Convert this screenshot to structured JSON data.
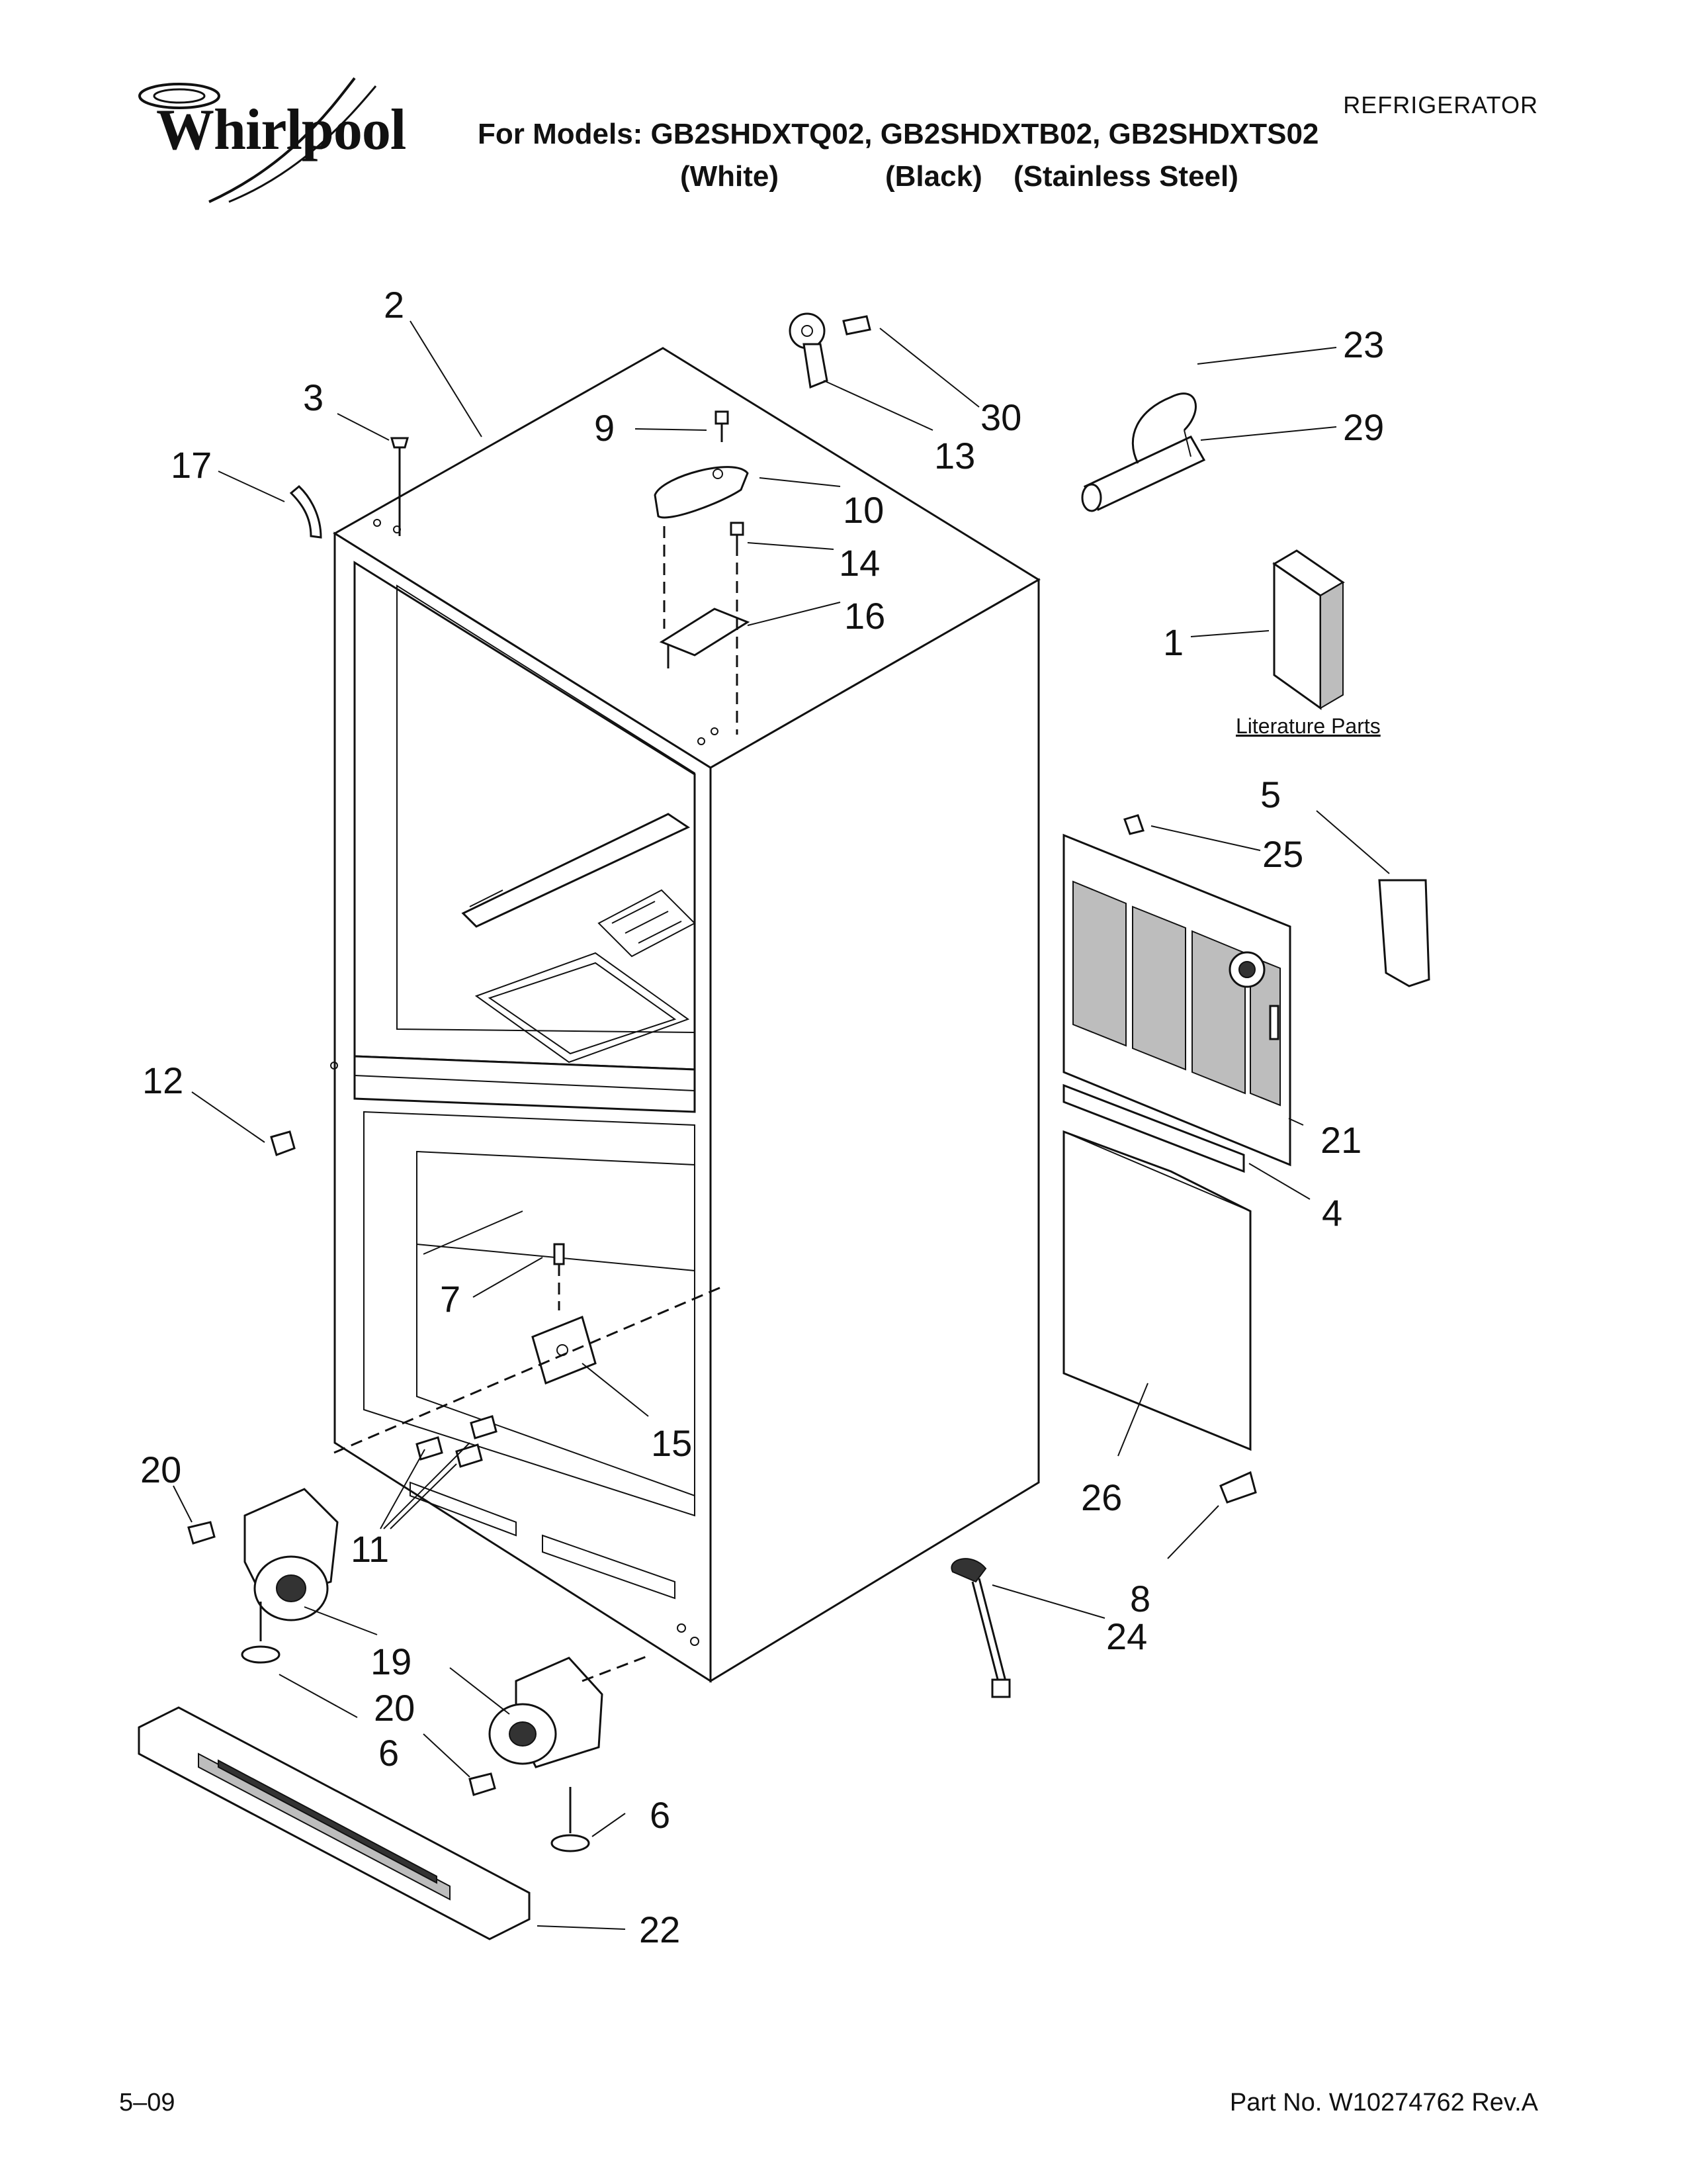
{
  "header": {
    "brand": "Whirlpool",
    "models_line": "For Models: GB2SHDXTQ02, GB2SHDXTB02, GB2SHDXTS02",
    "variants": [
      "(White)",
      "(Black)",
      "(Stainless Steel)"
    ],
    "category": "REFRIGERATOR"
  },
  "diagram": {
    "literature_label": "Literature Parts",
    "callouts": [
      "1",
      "2",
      "3",
      "4",
      "5",
      "6",
      "6",
      "7",
      "8",
      "9",
      "10",
      "11",
      "12",
      "13",
      "14",
      "15",
      "16",
      "17",
      "19",
      "20",
      "20",
      "21",
      "22",
      "23",
      "24",
      "25",
      "26",
      "29",
      "30"
    ]
  },
  "footer": {
    "date": "5–09",
    "part_number": "Part No. W10274762 Rev.A"
  }
}
